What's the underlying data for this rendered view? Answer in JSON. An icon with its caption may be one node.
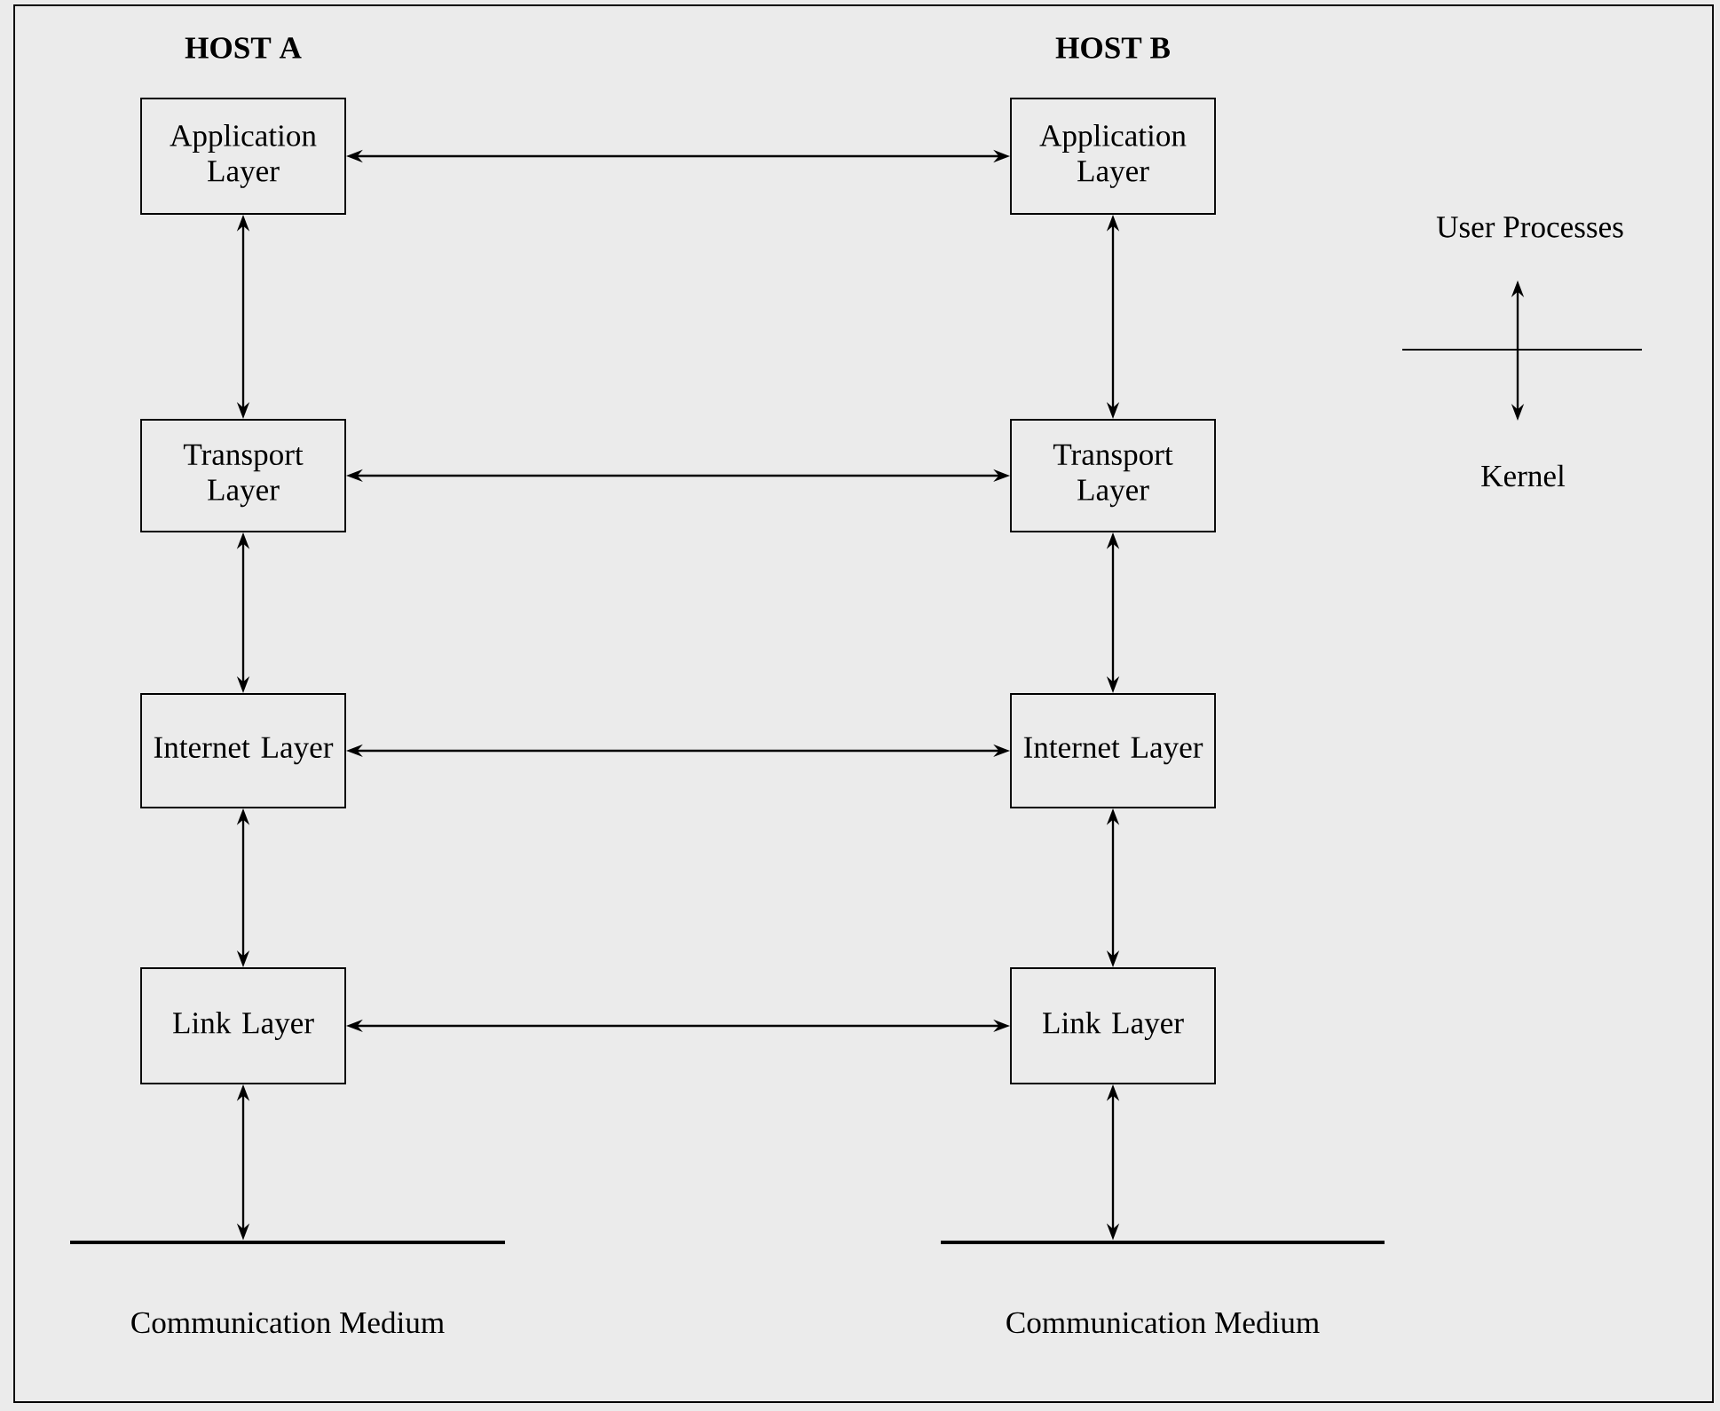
{
  "diagram": {
    "nodes": [
      {
        "text": [
          "Application Layer"
        ]
      },
      {
        "text": [
          "Application Layer"
        ]
      },
      {
        "text": [
          "Transport Layer"
        ]
      },
      {
        "text": [
          "Transport Layer"
        ]
      },
      {
        "text": [
          "Internet Layer"
        ]
      },
      {
        "text": [
          "Internet Layer"
        ]
      },
      {
        "text": [
          "Link Layer"
        ]
      },
      {
        "text": [
          "Link Layer"
        ]
      },
      {
        "text": [],
        "shape": "bar",
        "beside": [
          "Communication Medium"
        ]
      },
      {
        "text": [],
        "shape": "bar",
        "beside": [
          "Communication Medium"
        ]
      }
    ],
    "edges": [
      {
        "from": 0,
        "to": 1,
        "arrow": "both"
      },
      {
        "from": 0,
        "to": 2,
        "arrow": "both"
      },
      {
        "from": 1,
        "to": 3,
        "arrow": "both"
      },
      {
        "from": 2,
        "to": 3,
        "arrow": "both"
      },
      {
        "from": 2,
        "to": 4,
        "arrow": "both"
      },
      {
        "from": 3,
        "to": 5,
        "arrow": "both"
      },
      {
        "from": 4,
        "to": 5,
        "arrow": "both"
      },
      {
        "from": 4,
        "to": 6,
        "arrow": "both"
      },
      {
        "from": 5,
        "to": 7,
        "arrow": "both"
      },
      {
        "from": 6,
        "to": 7,
        "arrow": "both"
      },
      {
        "from": 6,
        "to": 8,
        "arrow": "both"
      },
      {
        "from": 7,
        "to": 9,
        "arrow": "both"
      }
    ],
    "labels": [
      "HOST A",
      "HOST B",
      "User Processes",
      "Kernel"
    ]
  }
}
